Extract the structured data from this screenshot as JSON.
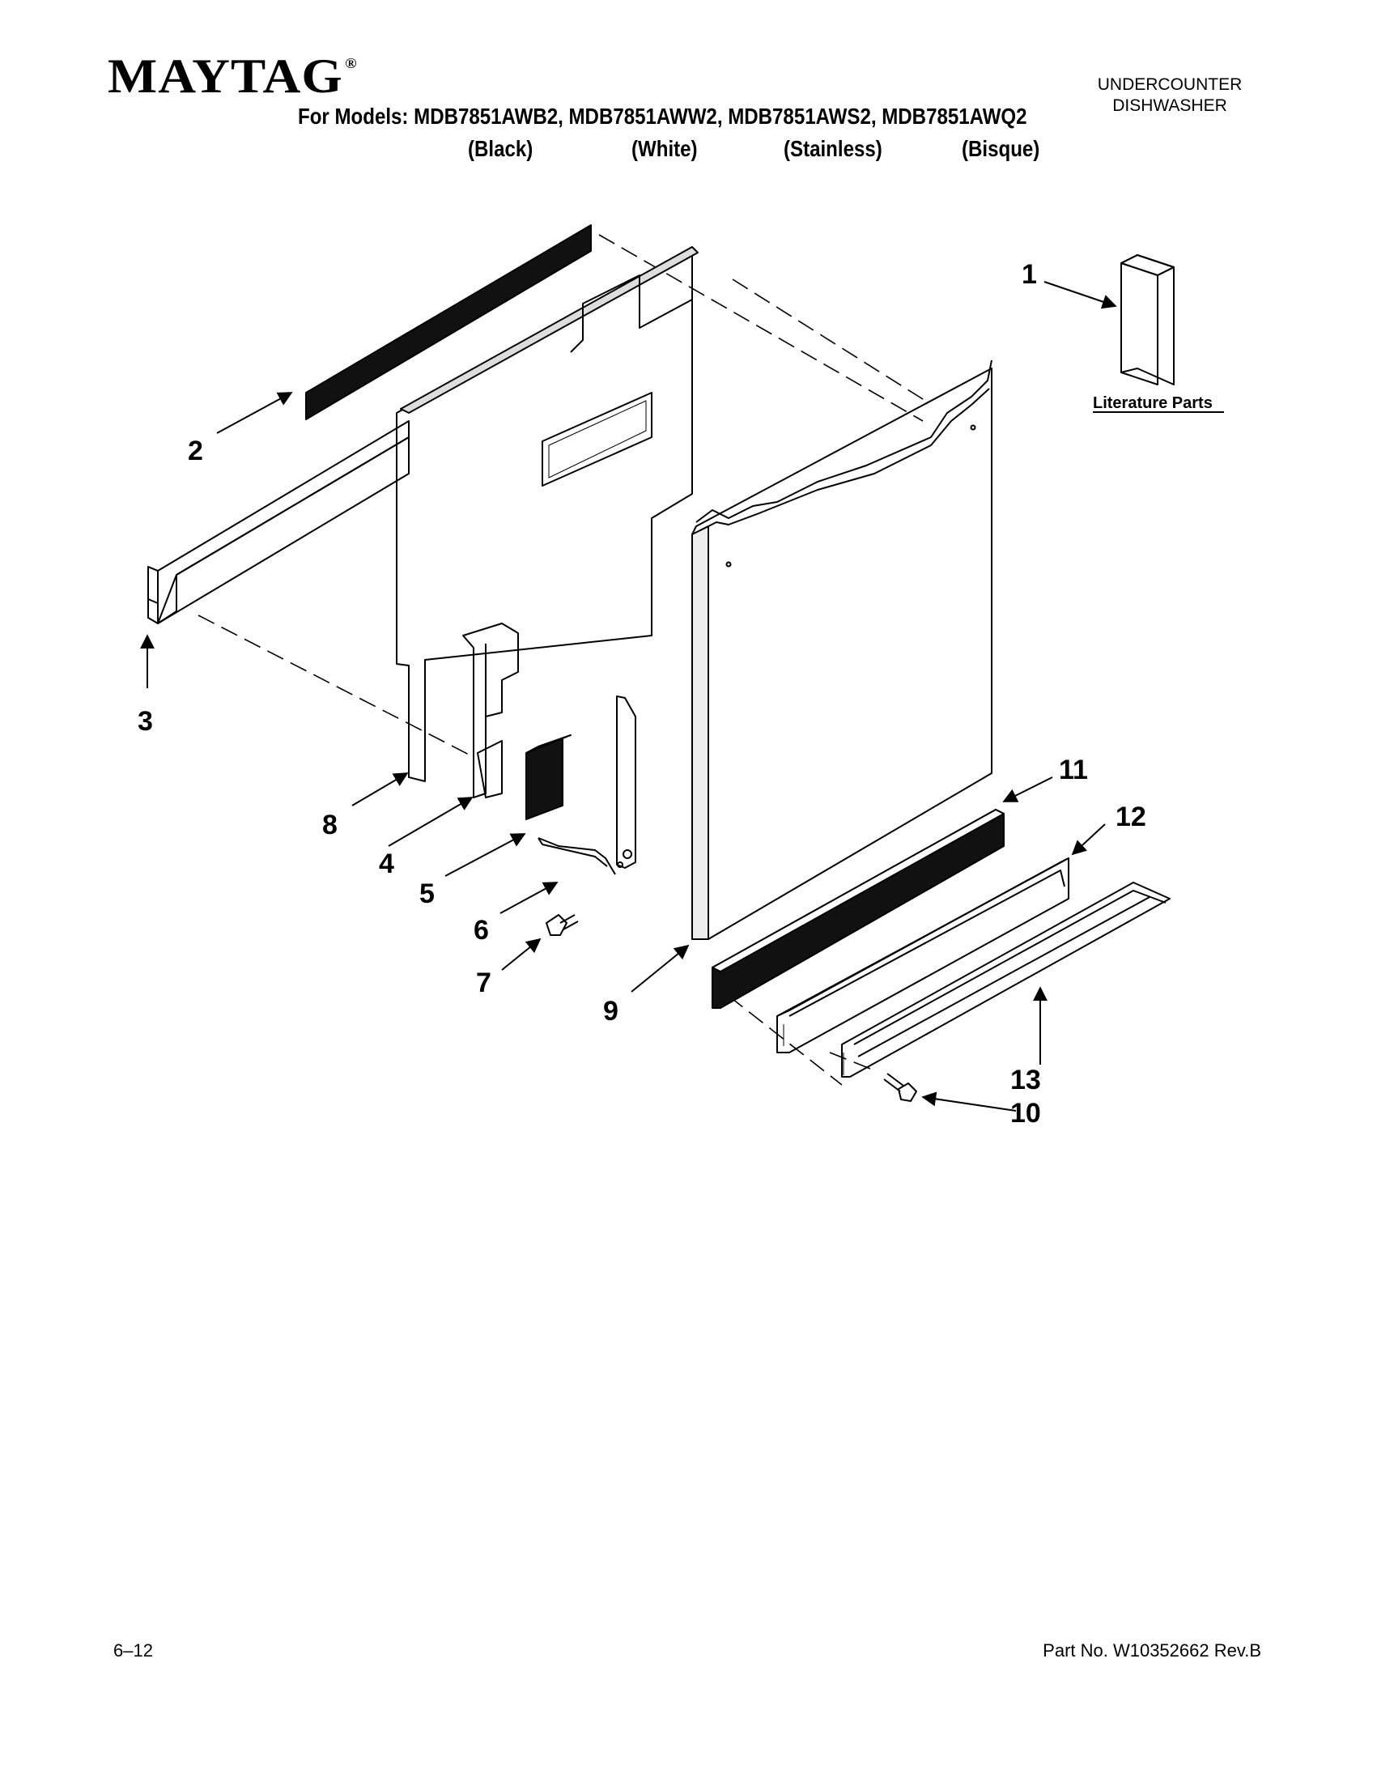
{
  "header": {
    "brand": "MAYTAG",
    "trademark": "®",
    "models_line": "For Models: MDB7851AWB2, MDB7851AWW2, MDB7851AWS2, MDB7851AWQ2",
    "variants": [
      "(Black)",
      "(White)",
      "(Stainless)",
      "(Bisque)"
    ],
    "category_line1": "UNDERCOUNTER",
    "category_line2": "DISHWASHER"
  },
  "diagram": {
    "literature_label": "Literature Parts",
    "callouts": [
      "1",
      "2",
      "3",
      "4",
      "5",
      "6",
      "7",
      "8",
      "9",
      "10",
      "11",
      "12",
      "13"
    ]
  },
  "footer": {
    "page": "6–12",
    "part_number": "Part No. W10352662 Rev.B"
  }
}
